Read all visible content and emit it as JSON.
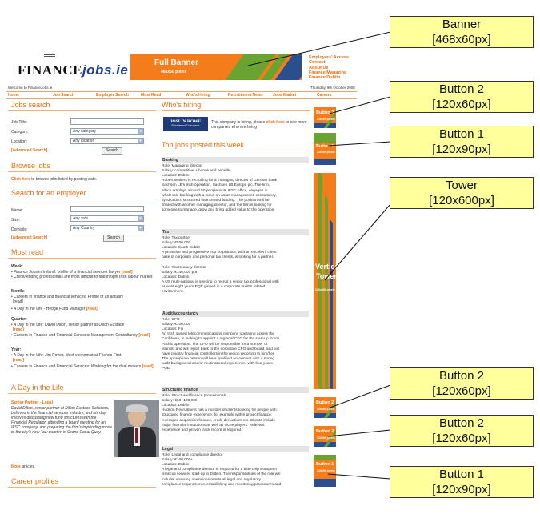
{
  "site": {
    "logo_word": "FINANCE",
    "logo_suffix": "jobs.ie",
    "banner_title": "Full Banner",
    "banner_sub": "468x60 pixels",
    "top_links": [
      "Employers' Access",
      "Contact",
      "About Us",
      "Finance Magazine",
      "Finance Dublin"
    ],
    "welcome": "Welcome to FinanceJobs.ie",
    "date": "Thursday, 9th October 2008",
    "nav": [
      "Home",
      "Job Search",
      "Employer Search",
      "Most Read",
      "Who's Hiring",
      "Recruitment News",
      "Jobs Market",
      "Careers"
    ]
  },
  "job_search": {
    "heading": "Jobs search",
    "job_title_label": "Job Title:",
    "category_label": "Category:",
    "category_value": "Any category",
    "location_label": "Location:",
    "location_value": "Any location",
    "advanced": "[Advanced Search]",
    "search_button": "Search"
  },
  "browse": {
    "heading": "Browse jobs",
    "link": "Click here",
    "text": "to browse jobs listed by posting date."
  },
  "employer_search": {
    "heading": "Search for an employer",
    "name_label": "Name:",
    "size_label": "Size:",
    "size_value": "Any size",
    "domicile_label": "Domicile:",
    "domicile_value": "Any Country",
    "advanced": "[Advanced Search]",
    "search_button": "Search"
  },
  "most_read": {
    "heading": "Most read",
    "week": "Week:",
    "week_items": [
      "Finance Jobs in Ireland: profile of a financial services lawyer",
      "Credit/lending professionals are most difficult to find in tight Irish labour market"
    ],
    "month": "Month:",
    "month_items": [
      "Careers in finance and financial services: Profile of an actuary",
      "A Day in the Life - Hedge Fund Manager"
    ],
    "quarter": "Quarter:",
    "quarter_items": [
      "A Day in the Life: David Dillon, senior partner at Dillon Eustace",
      "Careers in Finance and Financial Services: Management Consultancy"
    ],
    "year": "Year:",
    "year_items": [
      "A Day in the Life: Jim Power, chief economist at Friends First",
      "Careers in Finance and Financial Services: Working for the deal makers"
    ],
    "read": "[read]"
  },
  "day_in_life": {
    "heading": "A Day in the Life",
    "title": "Senior Partner - Legal",
    "text": "David Dillon, senior partner at Dillon Eustace Solicitors, believes in the financial services industry, and his day involves discussing new fund structures with the Financial Regulator, attending a board meeting for an IFSC company, and preparing the firm's impending move to the city's new 'law quarter' in Grand Canal Quay.",
    "more": "More",
    "more_suffix": "articles."
  },
  "career_profiles": {
    "heading": "Career profiles"
  },
  "whos_hiring": {
    "heading": "Who's hiring",
    "logo_top": "JOSLIN ROWE",
    "logo_sub": "Recruitment Consultants",
    "text": "This company is hiring, please",
    "link": "click here",
    "text2": "to see more companies who are hiring"
  },
  "top_jobs": {
    "heading": "Top jobs posted this week",
    "sections": [
      {
        "title": "Banking",
        "lines": [
          "Role: Managing director",
          "Salary: competitive + bonus and benefits",
          "Location: Dublin",
          "Robert Walters is recruiting for a managing director of German bank",
          "Sachsen LB's Irish operation, Sachsen LB Europe plc. The firm,",
          "which employs around 50 people in its IFSC office, engages in",
          "wholesale banking with a focus on asset management, consultancy,",
          "syndication, structured finance and funding. The position will be",
          "shared with another managing director, and the firm is looking for",
          "someone to manage, grow and bring added value to the operation."
        ]
      },
      {
        "title": "Tax",
        "lines": [
          "Role: Tax partner",
          "Salary: €500,000",
          "Location: South Dublin",
          "A proactive and progressive Top 20 practice, with an excellent client",
          "base of corporate and personal tax clients, is looking for a partner.",
          "",
          "Role: Tax/treasury director",
          "Salary: €140,000 p.a",
          "Location: Dublin",
          "A US multi-national is seeking to recruit a senior tax professional with",
          "at least eight years PQE gained in a corporate tax/FS related",
          "environment."
        ]
      },
      {
        "title": "Audit/accountancy",
        "lines": [
          "Role: CFO",
          "Salary: €100,000",
          "Location: Fiji",
          "An Irish owned telecommunications company operating across the",
          "Caribbean, is looking to appoint a regional CFO for the start-up South",
          "Pacific operation. The CFO will be responsible for a number of",
          "islands, and will report back to the corporate CFO and board, and will",
          "have country financial controllers in the region reporting to him/her.",
          "The appropriate person will be a qualified accountant with a strong",
          "audit background and/or multinational experience, with four years",
          "PQE."
        ]
      },
      {
        "title": "Structured finance",
        "lines": [
          "Role: Structured finance professionals",
          "Salary: €60 -120,000",
          "Location: Dublin",
          "Hudson Recruitment has a number of clients looking for people with",
          "structured finance experience, for example within project finance,",
          "leveraged acquisition finance, credit derivatives etc. Clients include",
          "major financial institutions as well as niche players. Relevant",
          "experience and proven track record is required."
        ]
      },
      {
        "title": "Legal",
        "lines": [
          "Role: Legal and compliance director",
          "Salary: €100,000+",
          "Location: Dublin",
          "A legal and compliance director is required for a blue chip European",
          "financial services start-up in Dublin. The responsibilities of the role will",
          "include: ensuring operations meets all legal and regulatory",
          "compliance requirements, establishing and monitoring procedures and"
        ]
      }
    ]
  },
  "ads": {
    "button2_a": {
      "title": "Button 2",
      "size": "120x60 pixels"
    },
    "button1_a": {
      "title": "Button 1",
      "size": "120x90 pixels"
    },
    "tower": {
      "title1": "Vertical",
      "title2": "Tower",
      "size": "120x600 pixels"
    },
    "button2_b": {
      "title": "Button 2",
      "size": "120x60 pixels"
    },
    "button2_c": {
      "title": "Button 2",
      "size": "120x60 pixels"
    },
    "button1_b": {
      "title": "Button 1",
      "size": "120x90 pixels"
    }
  },
  "callouts": {
    "banner": {
      "name": "Banner",
      "size": "[468x60px]"
    },
    "button2_top": {
      "name": "Button 2",
      "size": "[120x60px]"
    },
    "button1_top": {
      "name": "Button 1",
      "size": "[120x90px]"
    },
    "tower": {
      "name": "Tower",
      "size": "[120x600px]"
    },
    "button2_mid": {
      "name": "Button 2",
      "size": "[120x60px]"
    },
    "button2_low": {
      "name": "Button 2",
      "size": "[120x60px]"
    },
    "button1_bottom": {
      "name": "Button 1",
      "size": "[120x90px]"
    }
  },
  "colors": {
    "accent": "#e47011",
    "ad_orange": "#f57c1a",
    "ad_green": "#6aa332",
    "ad_blue": "#2a4f8f",
    "callout": "#ffff9b"
  }
}
